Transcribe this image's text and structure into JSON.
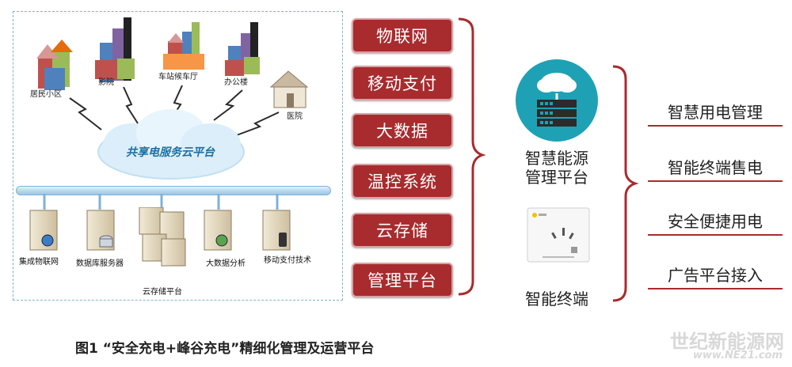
{
  "network": {
    "buildings": [
      "居民小区",
      "影院",
      "车站候车厅",
      "办公楼",
      "医院"
    ],
    "cloud_label": "共享电服务云平台",
    "servers": [
      "集成物联网",
      "数据库服务器",
      "云存储平台",
      "大数据分析",
      "移动支付技术"
    ]
  },
  "tech_items": [
    "物联网",
    "移动支付",
    "大数据",
    "温控系统",
    "云存储",
    "管理平台"
  ],
  "platform": {
    "label_line1": "智慧能源",
    "label_line2": "管理平台"
  },
  "terminal": {
    "label": "智能终端"
  },
  "functions": [
    "智慧用电管理",
    "智能终端售电",
    "安全便捷用电",
    "广告平台接入"
  ],
  "caption": "图1 “安全充电+峰谷充电”精细化管理及运营平台",
  "watermark": {
    "cn": "世纪新能源网",
    "url": "www.NE21.com"
  },
  "colors": {
    "accent_red": "#a82b2e",
    "teal": "#1ea1b5",
    "bus_blue": "#9bc6e6"
  }
}
